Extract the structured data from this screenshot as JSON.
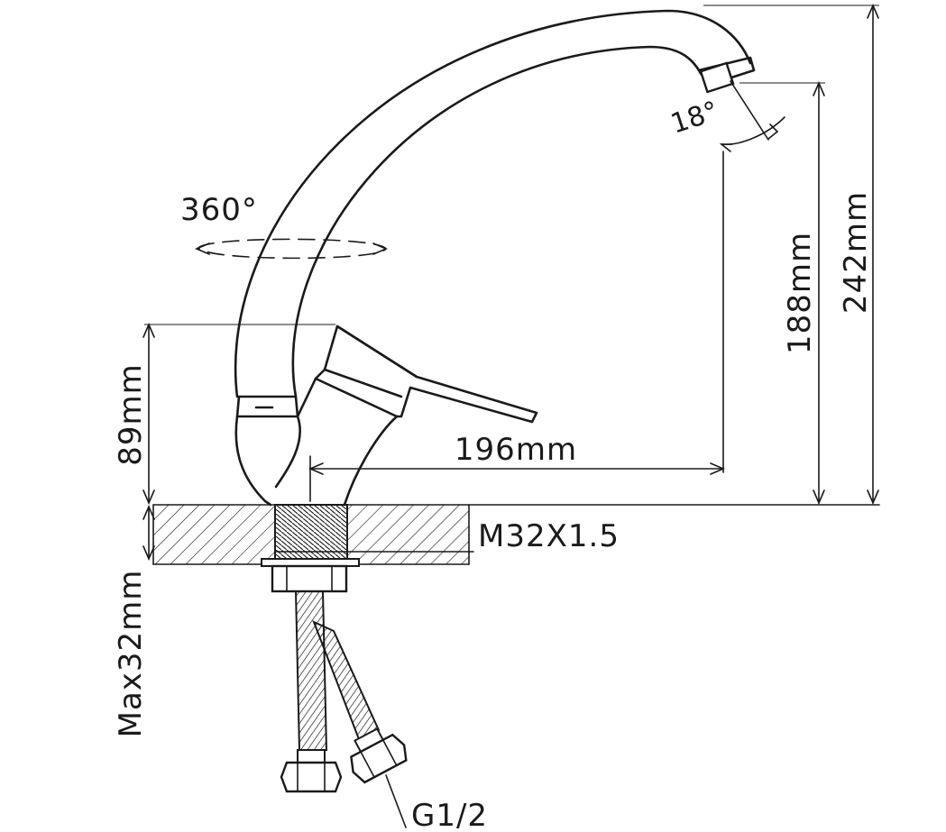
{
  "dimensions": {
    "total_height": "242mm",
    "spout_height": "188mm",
    "body_height": "89mm",
    "reach": "196mm",
    "max_countertop": "Max32mm"
  },
  "annotations": {
    "rotation": "360°",
    "spout_angle": "18°",
    "thread": "M32X1.5",
    "connection": "G1/2"
  },
  "colors": {
    "line": "#1a1a1a",
    "background": "#ffffff"
  }
}
